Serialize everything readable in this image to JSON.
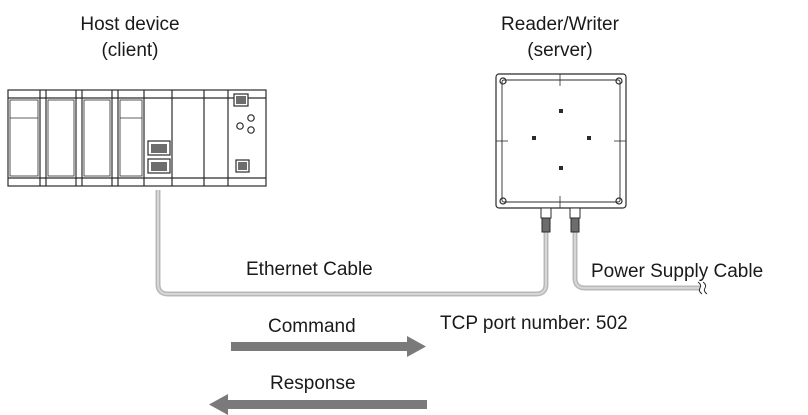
{
  "host": {
    "title": "Host device",
    "subtitle": "(client)"
  },
  "reader": {
    "title": "Reader/Writer",
    "subtitle": "(server)"
  },
  "cables": {
    "ethernet": "Ethernet Cable",
    "power": "Power Supply Cable"
  },
  "port": {
    "label": "TCP port number: 502"
  },
  "flow": {
    "command": "Command",
    "response": "Response"
  },
  "colors": {
    "cable": "#bdbdbd",
    "arrow": "#7a7a7a",
    "line": "#2b2b2b"
  }
}
